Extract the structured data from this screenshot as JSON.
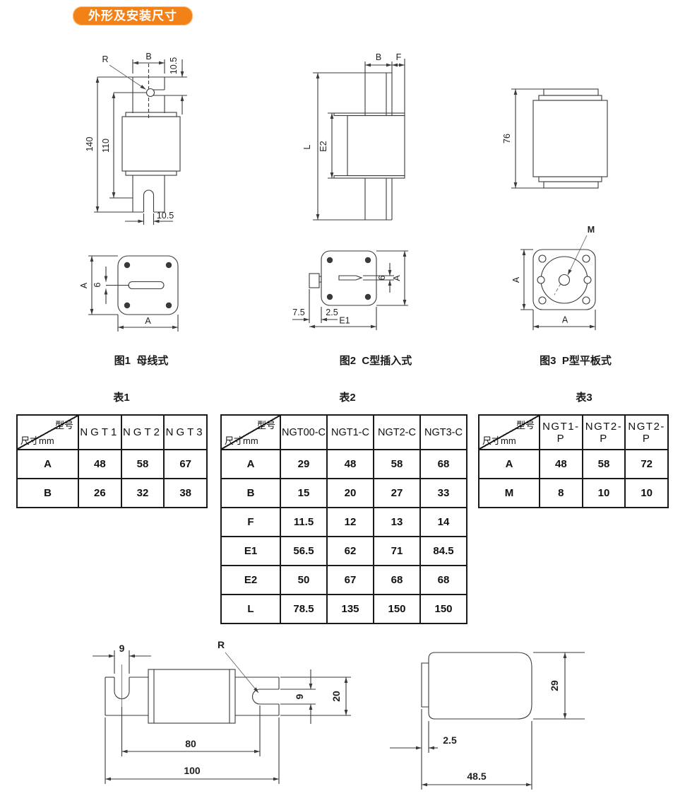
{
  "page": {
    "title_badge": "外形及安装尺寸"
  },
  "colors": {
    "badge_bg": "#F28118",
    "badge_text": "#ffffff",
    "line": "#3a3a3a",
    "table_border": "#1a1a1a"
  },
  "figures": {
    "fig1": {
      "caption": "图1  母线式",
      "dims": {
        "r": "R",
        "b": "B",
        "notch": "10.5",
        "total_h": "140",
        "inner_h": "110",
        "slot_w": "10.5",
        "side_a": "A",
        "slot_h": "6",
        "bottom_a": "A"
      }
    },
    "fig2": {
      "caption": "图2  C型插入式",
      "dims": {
        "b": "B",
        "f": "F",
        "total_l": "L",
        "body_e2": "E2",
        "clip": "7.5",
        "gap": "2.5",
        "e1": "E1",
        "slot_h": "6",
        "side_a": "A"
      }
    },
    "fig3": {
      "caption": "图3  P型平板式",
      "dims": {
        "h": "76",
        "m": "M",
        "side_a": "A",
        "bottom_a": "A"
      }
    },
    "fig_knife": {
      "dims": {
        "slot_top": "9",
        "r": "R",
        "slot_right": "9",
        "tab_h": "20",
        "centers": "80",
        "total": "100"
      }
    },
    "fig_cap": {
      "dims": {
        "h": "29",
        "tab": "2.5",
        "w": "48.5"
      }
    }
  },
  "tables": {
    "t1": {
      "title": "表1",
      "corner_top": "型号",
      "corner_bottom": "尺寸mm",
      "columns": [
        "NGT1",
        "NGT2",
        "NGT3"
      ],
      "rows": [
        {
          "label": "A",
          "values": [
            "48",
            "58",
            "67"
          ]
        },
        {
          "label": "B",
          "values": [
            "26",
            "32",
            "38"
          ]
        }
      ]
    },
    "t2": {
      "title": "表2",
      "corner_top": "型号",
      "corner_bottom": "尺寸mm",
      "columns": [
        "NGT00-C",
        "NGT1-C",
        "NGT2-C",
        "NGT3-C"
      ],
      "rows": [
        {
          "label": "A",
          "values": [
            "29",
            "48",
            "58",
            "68"
          ]
        },
        {
          "label": "B",
          "values": [
            "15",
            "20",
            "27",
            "33"
          ]
        },
        {
          "label": "F",
          "values": [
            "11.5",
            "12",
            "13",
            "14"
          ]
        },
        {
          "label": "E1",
          "values": [
            "56.5",
            "62",
            "71",
            "84.5"
          ]
        },
        {
          "label": "E2",
          "values": [
            "50",
            "67",
            "68",
            "68"
          ]
        },
        {
          "label": "L",
          "values": [
            "78.5",
            "135",
            "150",
            "150"
          ]
        }
      ]
    },
    "t3": {
      "title": "表3",
      "corner_top": "型号",
      "corner_bottom": "尺寸mm",
      "columns": [
        "NGT1-P",
        "NGT2-P",
        "NGT2-P"
      ],
      "rows": [
        {
          "label": "A",
          "values": [
            "48",
            "58",
            "72"
          ]
        },
        {
          "label": "M",
          "values": [
            "8",
            "10",
            "10"
          ]
        }
      ]
    }
  }
}
